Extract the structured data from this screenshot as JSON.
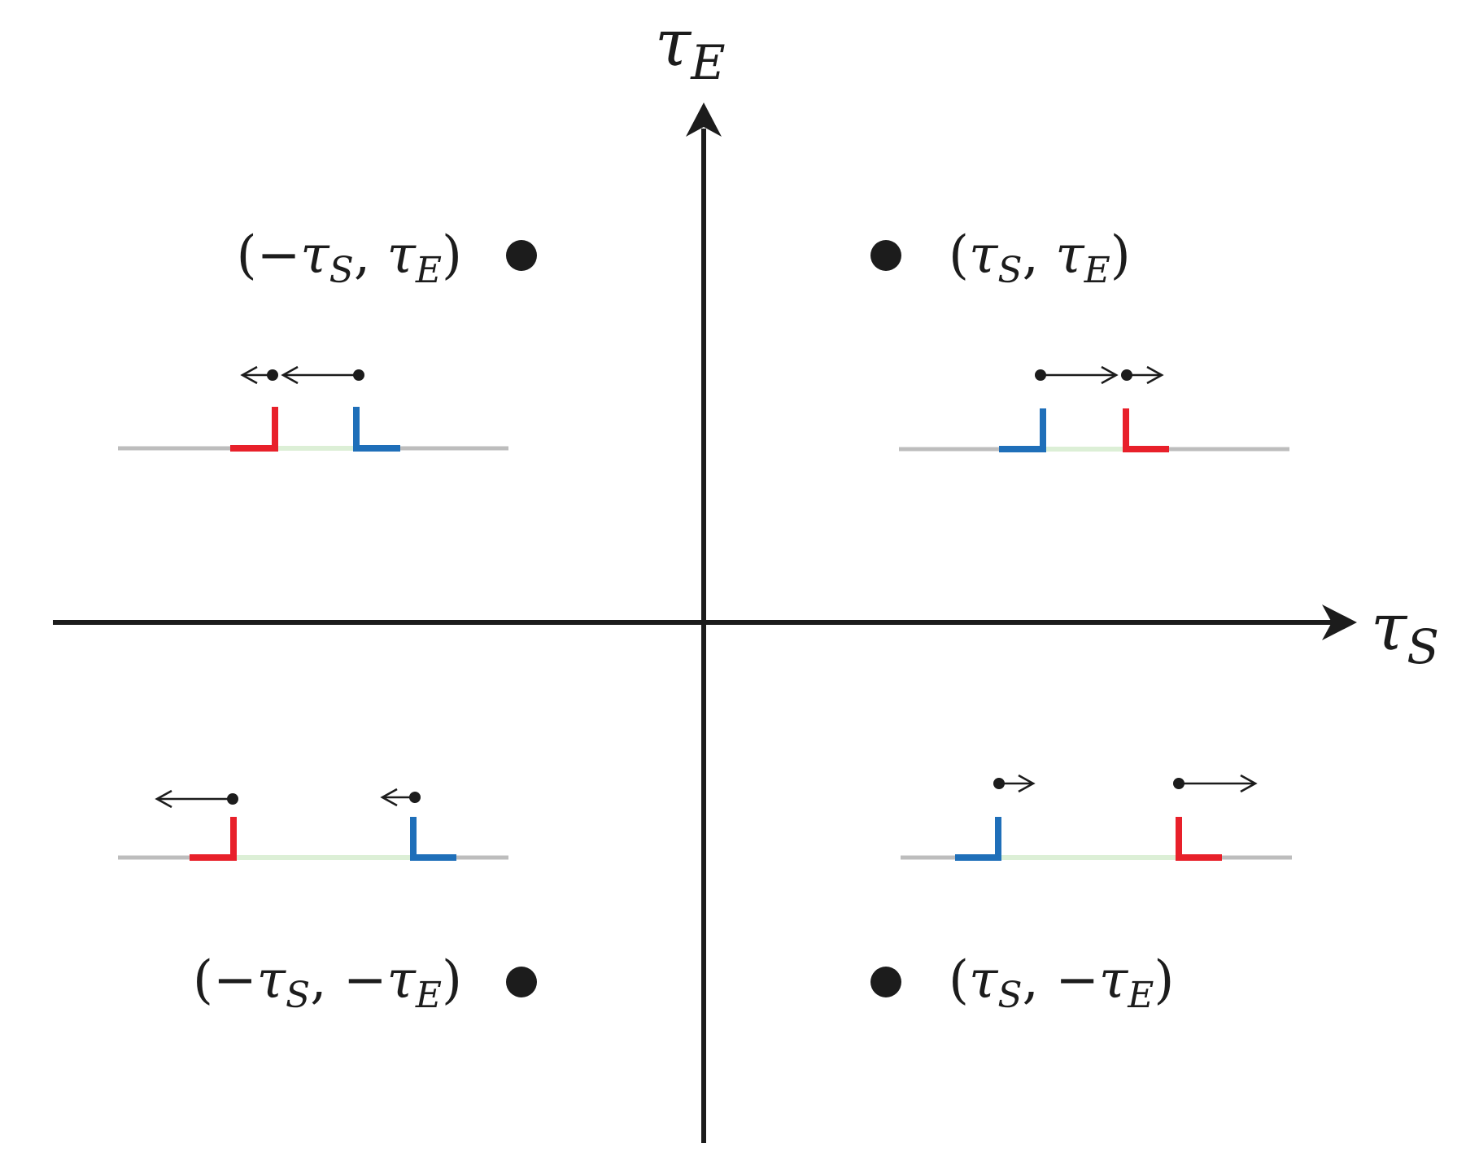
{
  "axes": {
    "x_label": {
      "symbol": "τ",
      "subscript": "S"
    },
    "y_label": {
      "symbol": "τ",
      "subscript": "E"
    }
  },
  "colors": {
    "axis": "#1c1c1c",
    "start_marker": "#e8202a",
    "end_marker": "#1f6fb9",
    "baseline": "#bdbdbd",
    "interval": "#dcefd6"
  },
  "quadrants": [
    {
      "id": "top-left",
      "label": {
        "open": "(",
        "p1": "−τ",
        "s1": "S",
        "sep": ", ",
        "p2": "τ",
        "s2": "E",
        "close": ")"
      },
      "direction_start": "left",
      "direction_end": "left",
      "shift_start": "small",
      "shift_end": "large"
    },
    {
      "id": "top-right",
      "label": {
        "open": "(",
        "p1": "τ",
        "s1": "S",
        "sep": ", ",
        "p2": "τ",
        "s2": "E",
        "close": ")"
      },
      "direction_start": "right",
      "direction_end": "right",
      "shift_start": "small",
      "shift_end": "large"
    },
    {
      "id": "bottom-left",
      "label": {
        "open": "(",
        "p1": "−τ",
        "s1": "S",
        "sep": ", ",
        "p2": "−τ",
        "s2": "E",
        "close": ")"
      },
      "direction_start": "left",
      "direction_end": "left",
      "shift_start": "large",
      "shift_end": "small"
    },
    {
      "id": "bottom-right",
      "label": {
        "open": "(",
        "p1": "τ",
        "s1": "S",
        "sep": ", ",
        "p2": "−τ",
        "s2": "E",
        "close": ")"
      },
      "direction_start": "right",
      "direction_end": "right",
      "shift_start": "large",
      "shift_end": "small"
    }
  ]
}
